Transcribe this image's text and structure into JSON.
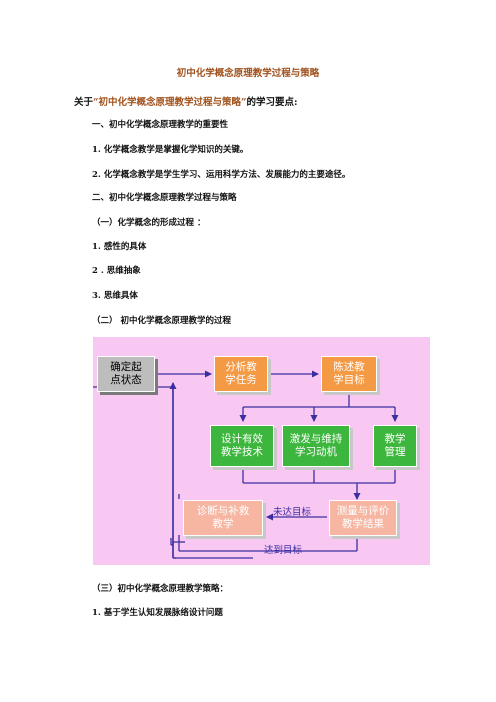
{
  "title": "初中化学概念原理教学过程与策略",
  "about": {
    "prefix": "关于",
    "highlight": "“初中化学概念原理教学过程与策略”",
    "suffix": "的学习要点:"
  },
  "lines": [
    "一、初中化学概念原理教学的重要性",
    "1. 化学概念教学是掌握化学知识的关键。",
    "2. 化学概念教学是学生学习、运用科学方法、发展能力的主要途径。",
    "二、初中化学概念原理教学过程与策略",
    "（一）化学概念的形成过程 ：",
    "1. 感性的具体",
    "2 . 思维抽象",
    "3. 思维具体",
    "（二） 初中化学概念原理教学的过程"
  ],
  "diagram": {
    "start": [
      "确定起",
      "点状态"
    ],
    "analyze": [
      "分析教",
      "学任务"
    ],
    "state_goal": [
      "陈述教",
      "学目标"
    ],
    "design": [
      "设计有效",
      "教学技术"
    ],
    "motivate": [
      "激发与维持",
      "学习动机"
    ],
    "manage": [
      "教学",
      "管理"
    ],
    "diagnose": [
      "诊断与补救",
      "教学"
    ],
    "measure": [
      "测量与评价",
      "教学结果"
    ],
    "not_reached": "未达目标",
    "reached": "达到目标"
  },
  "after_lines": [
    "（三）初中化学概念原理教学策略：",
    "1. 基于学生认知发展脉络设计问题"
  ]
}
